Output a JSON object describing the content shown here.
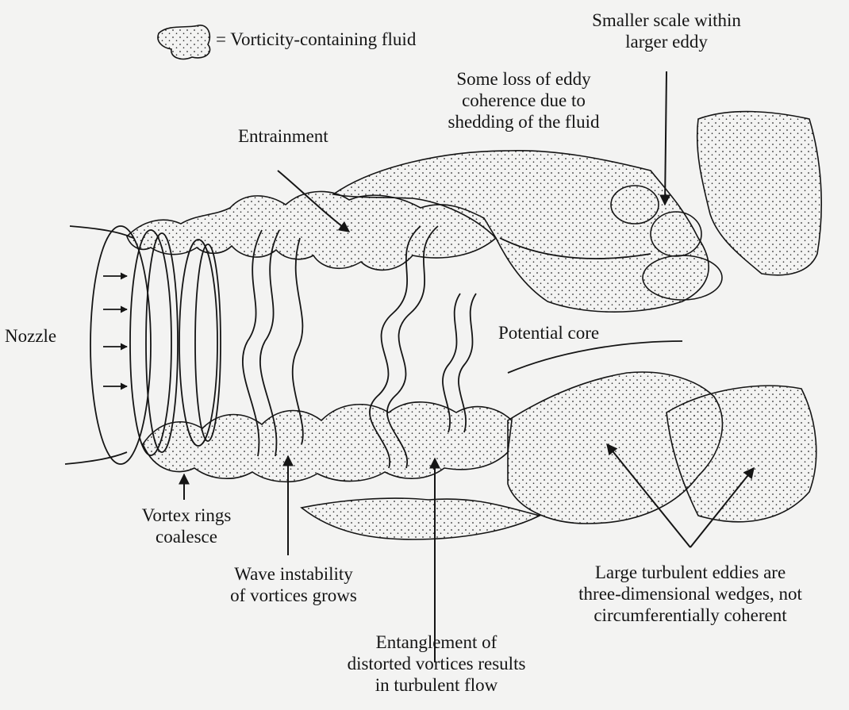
{
  "legend": {
    "text": "= Vorticity-containing fluid"
  },
  "labels": {
    "smaller_scale": "Smaller scale within\nlarger eddy",
    "loss_coherence": "Some loss of eddy\ncoherence due to\nshedding of the fluid",
    "entrainment": "Entrainment",
    "nozzle": "Nozzle",
    "potential_core": "Potential core",
    "vortex_rings": "Vortex rings\ncoalesce",
    "wave_instability": "Wave instability\nof vortices grows",
    "entanglement": "Entanglement of\ndistorted vortices results\nin turbulent flow",
    "large_eddies": "Large turbulent eddies are\nthree-dimensional wedges, not\ncircumferentially coherent"
  },
  "colors": {
    "ink": "#151515",
    "paper": "#f3f3f2",
    "stipple": "#2a2a2a"
  }
}
